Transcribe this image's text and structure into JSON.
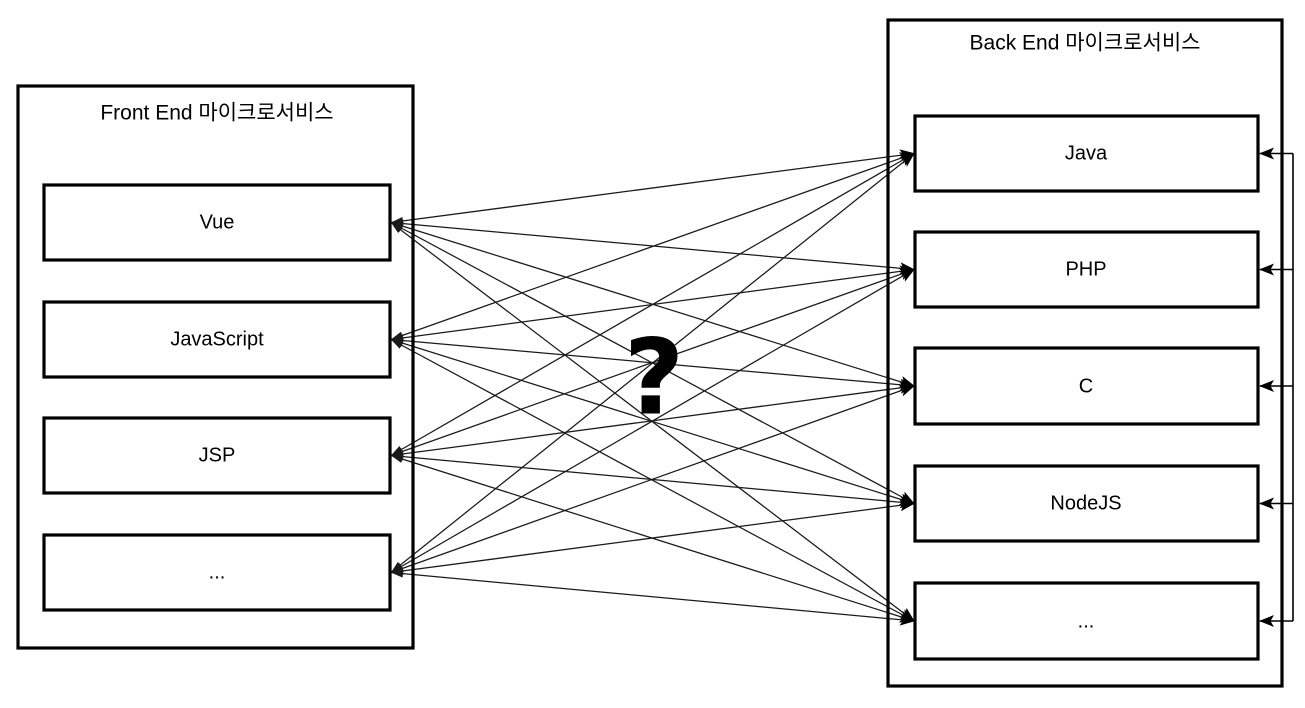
{
  "diagram": {
    "title_hidden": "",
    "background_color": "#FFFFFF",
    "line_color": "#1A1A1A",
    "border_color": "#000000",
    "accent_color": "#FF0000",
    "groups": [
      {
        "id": "frontend",
        "title": "Front End 마이크로서비스",
        "side": "left",
        "nodes": [
          {
            "id": "vue",
            "label": "Vue"
          },
          {
            "id": "javascript",
            "label": "JavaScript"
          },
          {
            "id": "jsp",
            "label": "JSP"
          },
          {
            "id": "fe-more",
            "label": "..."
          }
        ]
      },
      {
        "id": "backend",
        "title": "Back End 마이크로서비스",
        "side": "right",
        "nodes": [
          {
            "id": "java",
            "label": "Java"
          },
          {
            "id": "php",
            "label": "PHP"
          },
          {
            "id": "c",
            "label": "C"
          },
          {
            "id": "nodejs",
            "label": "NodeJS"
          },
          {
            "id": "be-more",
            "label": "..."
          }
        ]
      }
    ],
    "center_marker": {
      "symbol": "?",
      "color": "#FF0000",
      "meaning": "unknown-mapping"
    },
    "connections": {
      "style": "complete-bipartite",
      "description": "Every Front End node connects to every Back End node",
      "from_count": 4,
      "to_count": 5,
      "total_edges": 20,
      "arrow_direction": "both"
    },
    "backend_bus": {
      "description": "Vertical bus on the right feeding an arrow into every Back End node",
      "arrow_direction": "into-node",
      "target_count": 5
    }
  }
}
